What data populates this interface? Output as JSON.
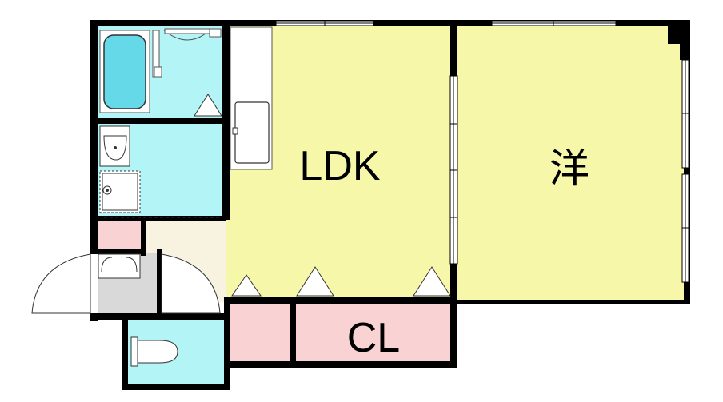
{
  "floor_plan": {
    "rooms": {
      "ldk": {
        "label": "LDK",
        "color": "#f7f7a9"
      },
      "western": {
        "label": "洋",
        "color": "#f7f7a9"
      },
      "closet": {
        "label": "CL",
        "color": "#f9d3d3"
      },
      "bath": {
        "color": "#b3f4f7"
      },
      "washroom": {
        "color": "#b3f4f7"
      },
      "toilet": {
        "color": "#b3f4f7"
      },
      "entrance": {
        "color": "#d9d9d9"
      },
      "hall": {
        "color": "#f8f3e0"
      },
      "storage": {
        "color": "#f9d3d3"
      }
    },
    "colors": {
      "wall": "#000000",
      "fixture": "#66d9e8",
      "window_frame": "#ffffff"
    },
    "icons": [
      "bathtub-icon",
      "sink-icon",
      "washing-machine-icon",
      "toilet-icon",
      "kitchen-counter-icon",
      "door-swing-icon",
      "stairs-triangle-icon"
    ]
  }
}
